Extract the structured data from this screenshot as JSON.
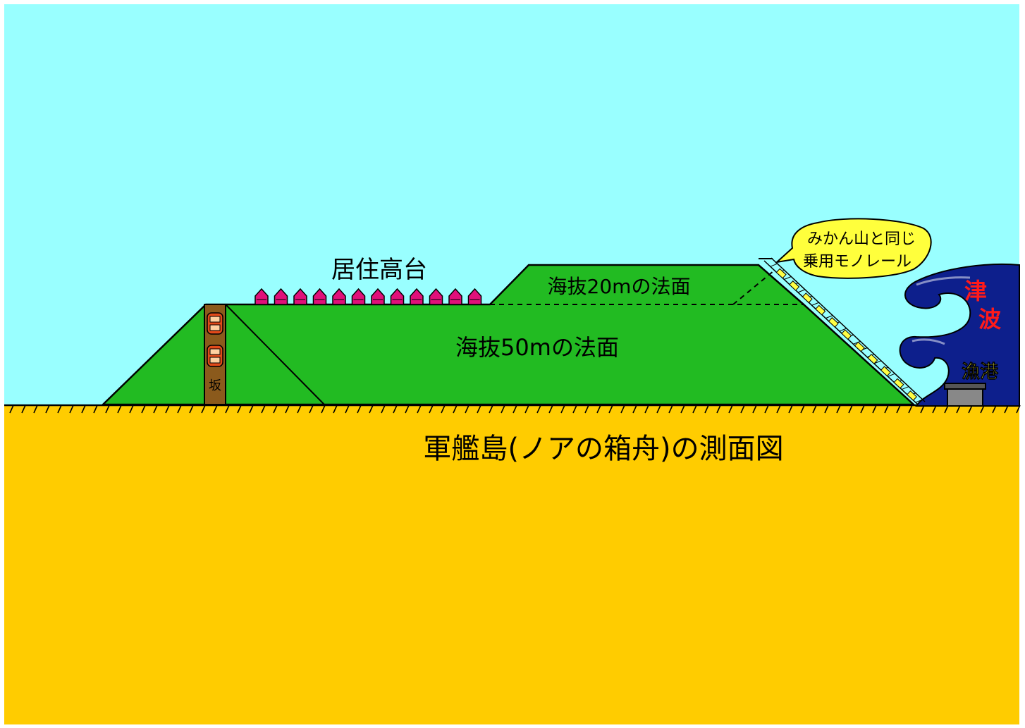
{
  "labels": {
    "residential_plateau": "居住高台",
    "upper_slope": "海抜20mの法面",
    "main_slope": "海抜50mの法面",
    "slope_road": "坂",
    "monorail_callout_line1": "みかん山と同じ",
    "monorail_callout_line2": "乗用モノレール",
    "tsunami": "津波",
    "fishing_port": "漁港",
    "caption": "軍艦島(ノアの箱舟)の測面図"
  },
  "colors": {
    "sky": "#99ffff",
    "ground": "#ffcc00",
    "hill": "#22bb22",
    "house": "#e0107a",
    "road": "#8b5a1c",
    "car": "#e24a1a",
    "callout": "#ffff3c",
    "wave": "#0d1f8c",
    "tsunami_text": "#ff1a1a",
    "port_text": "#ffff44",
    "port_building": "#888888",
    "monorail_car": "#ffff44"
  },
  "counts": {
    "houses": 12,
    "cars": 2
  }
}
